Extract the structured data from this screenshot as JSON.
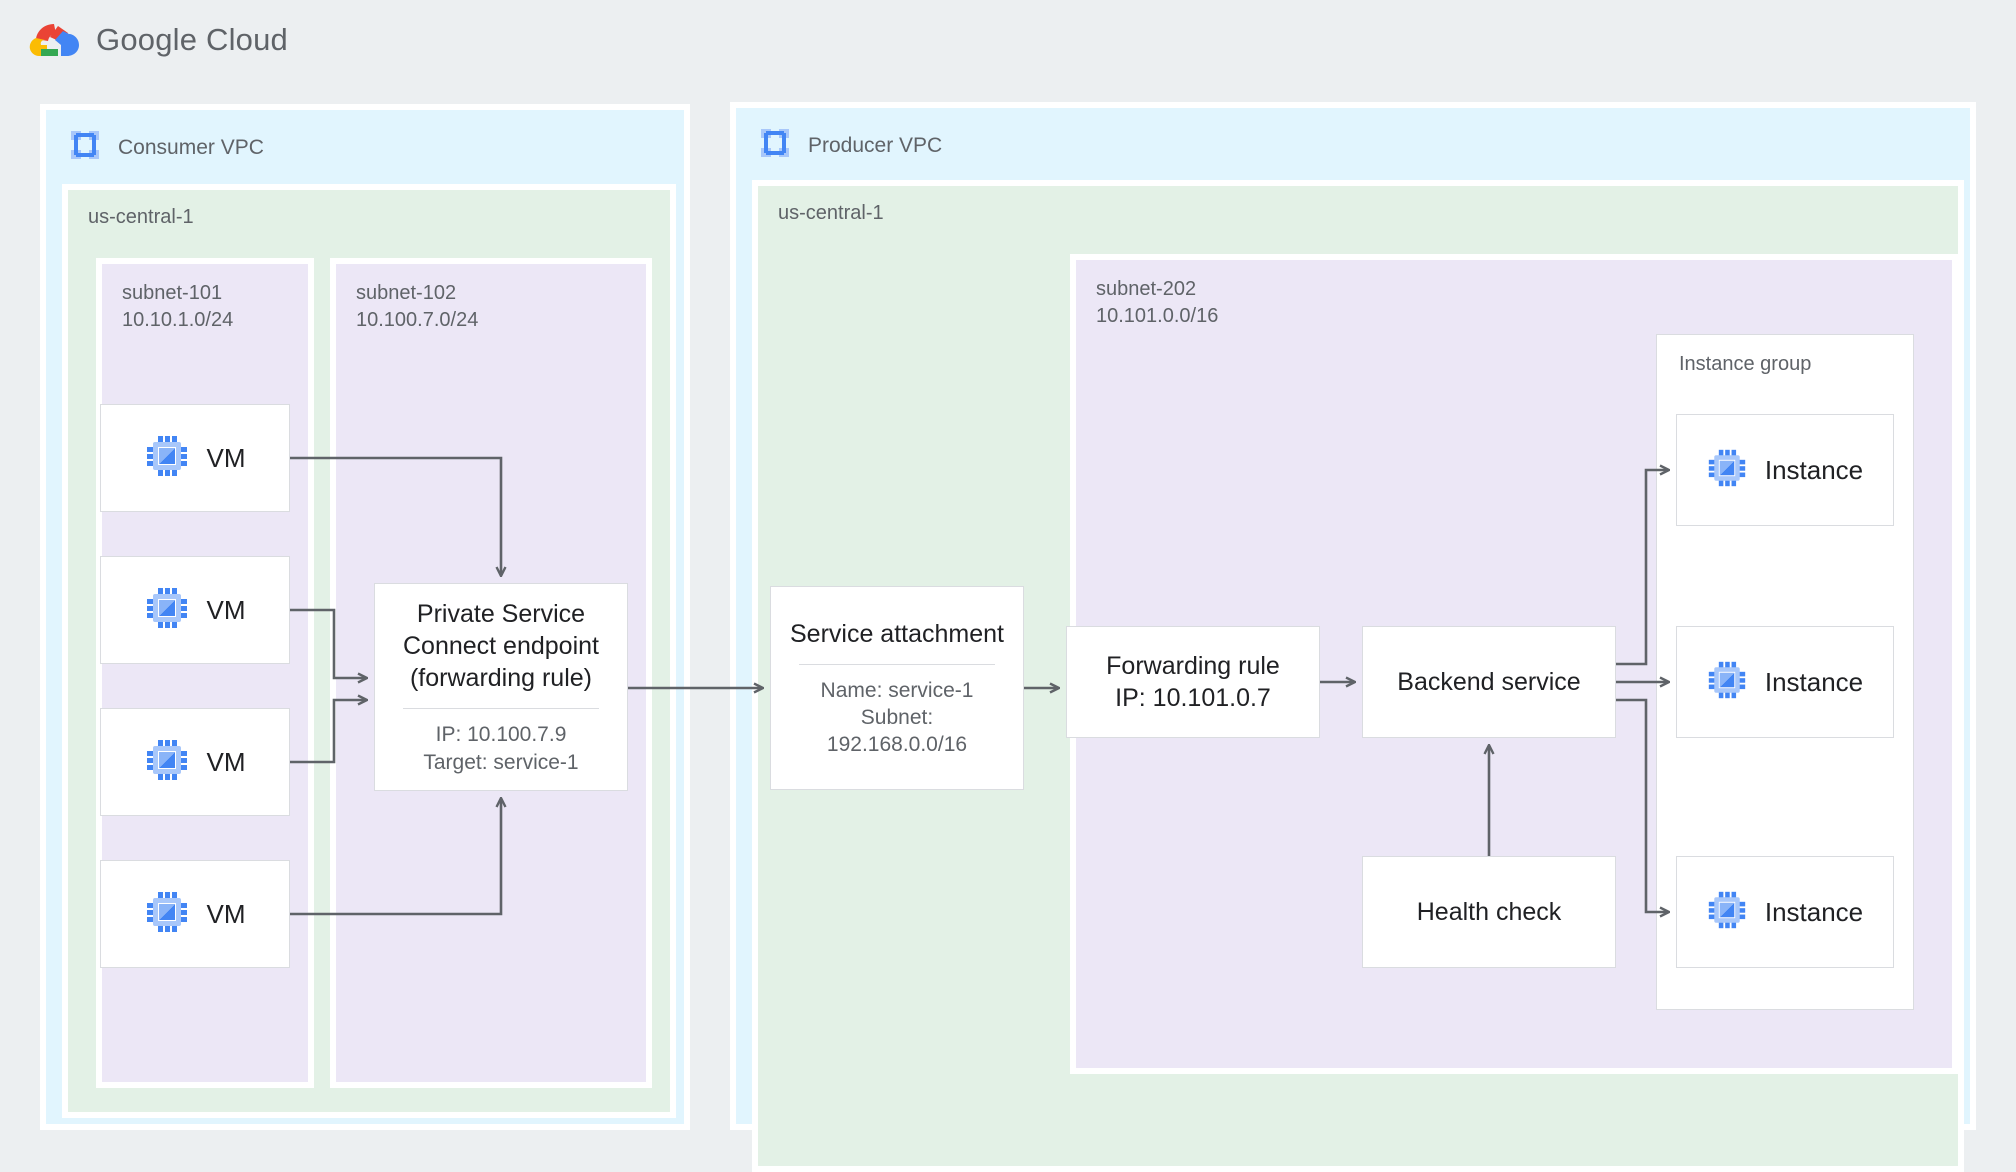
{
  "brand": {
    "name": "Google Cloud",
    "logo_icon": "google-cloud-logo"
  },
  "consumer_vpc": {
    "title": "Consumer VPC",
    "icon": "vpc-icon",
    "region": "us-central-1",
    "subnets": [
      {
        "name": "subnet-101",
        "cidr": "10.10.1.0/24",
        "label": "subnet-101\n10.10.1.0/24"
      },
      {
        "name": "subnet-102",
        "cidr": "10.100.7.0/24",
        "label": "subnet-102\n10.100.7.0/24"
      }
    ],
    "vms": [
      {
        "label": "VM",
        "icon": "vm-chip-icon"
      },
      {
        "label": "VM",
        "icon": "vm-chip-icon"
      },
      {
        "label": "VM",
        "icon": "vm-chip-icon"
      },
      {
        "label": "VM",
        "icon": "vm-chip-icon"
      }
    ],
    "psc_endpoint": {
      "title": "Private Service\nConnect endpoint\n(forwarding rule)",
      "ip": "IP: 10.100.7.9",
      "target": "Target: service-1"
    }
  },
  "producer_vpc": {
    "title": "Producer VPC",
    "icon": "vpc-icon",
    "region": "us-central-1",
    "subnet": {
      "name": "subnet-202",
      "cidr": "10.101.0.0/16",
      "label": "subnet-202\n10.101.0.0/16"
    },
    "service_attachment": {
      "title": "Service attachment",
      "name": "Name: service-1",
      "subnet_label": "Subnet:",
      "subnet_cidr": "192.168.0.0/16"
    },
    "forwarding_rule": {
      "title": "Forwarding rule",
      "ip": "IP: 10.101.0.7"
    },
    "backend_service": {
      "title": "Backend service"
    },
    "health_check": {
      "title": "Health check"
    },
    "instance_group": {
      "title": "Instance group",
      "instances": [
        {
          "label": "Instance",
          "icon": "vm-chip-icon"
        },
        {
          "label": "Instance",
          "icon": "vm-chip-icon"
        },
        {
          "label": "Instance",
          "icon": "vm-chip-icon"
        }
      ]
    }
  },
  "colors": {
    "page_bg": "#eceff1",
    "vpc_bg": "#e1f5fe",
    "region_bg": "#e3f1e6",
    "subnet_bg": "#ece7f6",
    "node_bg": "#ffffff",
    "border": "#dadce0",
    "wire": "#5f6368",
    "text_primary": "#202124",
    "text_secondary": "#5f6368",
    "accent_blue": "#4285f4",
    "google_red": "#ea4335",
    "google_yellow": "#fbbc04",
    "google_green": "#34a853"
  }
}
